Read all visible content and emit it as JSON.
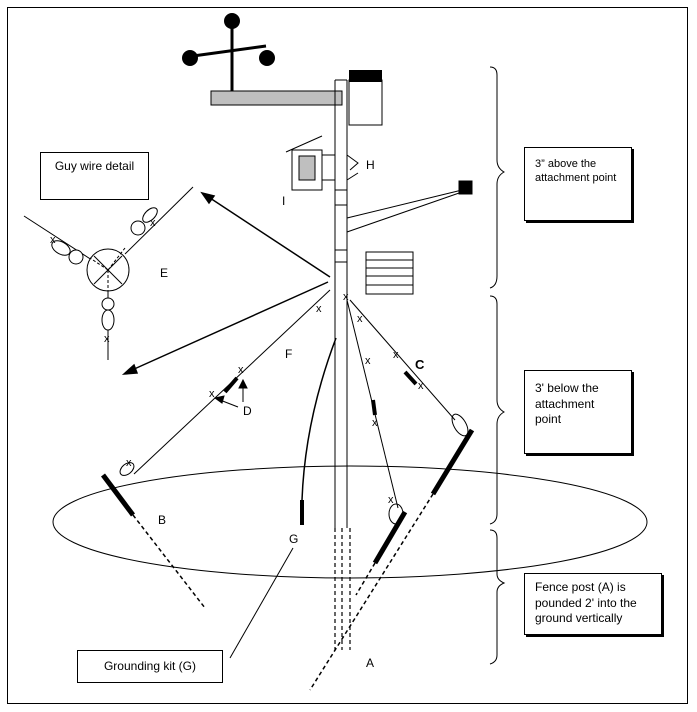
{
  "boxes": {
    "guy_wire_detail": "Guy wire detail",
    "above": "3” above the attachment point",
    "below": "3' below the attachment point",
    "fence_post": "Fence post (A) is pounded 2' into the ground vertically",
    "grounding": "Grounding kit (G)"
  },
  "labels": {
    "A": "A",
    "B": "B",
    "C": "C",
    "D": "D",
    "E": "E",
    "F": "F",
    "G": "G",
    "H": "H",
    "I": "I"
  },
  "marker": "x"
}
